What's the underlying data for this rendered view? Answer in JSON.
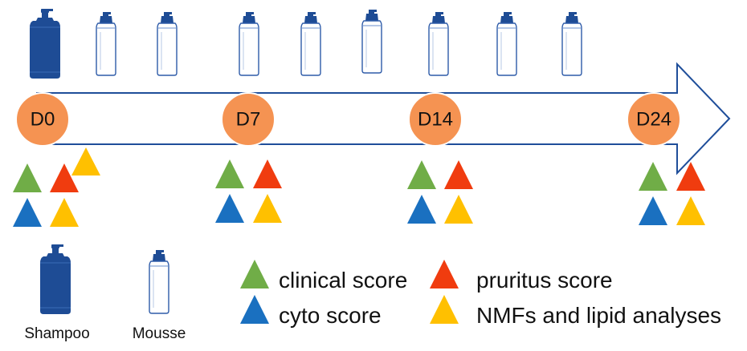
{
  "days": [
    {
      "label": "D0"
    },
    {
      "label": "D7"
    },
    {
      "label": "D14"
    },
    {
      "label": "D24"
    }
  ],
  "products": {
    "shampoo_label": "Shampoo",
    "mousse_label": "Mousse"
  },
  "legend": {
    "clinical": "clinical score",
    "pruritus": "pruritus score",
    "cyto": "cyto score",
    "nmf": "NMFs and lipid analyses"
  },
  "colors": {
    "day_circle": "#F59352",
    "arrow_stroke": "#1F4E9A",
    "clinical": "#70AD47",
    "pruritus": "#F03C0F",
    "cyto": "#1A70C0",
    "nmf": "#FFC000",
    "shampoo_fill": "#1E4C95"
  },
  "icons": {
    "shampoo": "shampoo-bottle-icon",
    "mousse": "mousse-bottle-icon"
  }
}
